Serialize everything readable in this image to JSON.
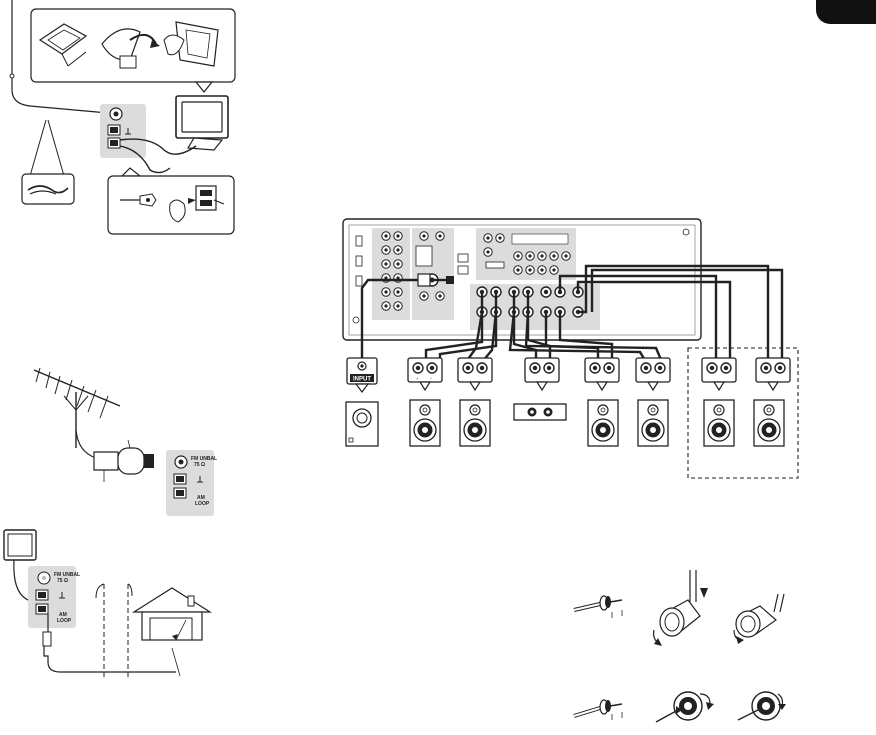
{
  "antenna_terminals": {
    "fm_unbal": "FM UNBAL",
    "ohms": "75 Ω",
    "am": "AM",
    "loop": "LOOP"
  },
  "subwoofer": {
    "input_label": "INPUT"
  },
  "speaker_terminals": {
    "plus": "+",
    "minus": "−"
  },
  "colors": {
    "line": "#222222",
    "panel_gray": "#dcdcdc",
    "speaker_fill": "#ffffff",
    "language_tab": "#111111"
  },
  "icons": [
    "antenna-assembly-icon",
    "am-loop-antenna-icon",
    "fm-wire-antenna-icon",
    "yagi-antenna-icon",
    "coaxial-plug-icon",
    "house-icon",
    "receiver-rear-panel-icon",
    "subwoofer-icon",
    "floor-speaker-icon",
    "center-speaker-icon",
    "stripped-wire-icon",
    "screw-terminal-icon",
    "spring-terminal-icon"
  ]
}
